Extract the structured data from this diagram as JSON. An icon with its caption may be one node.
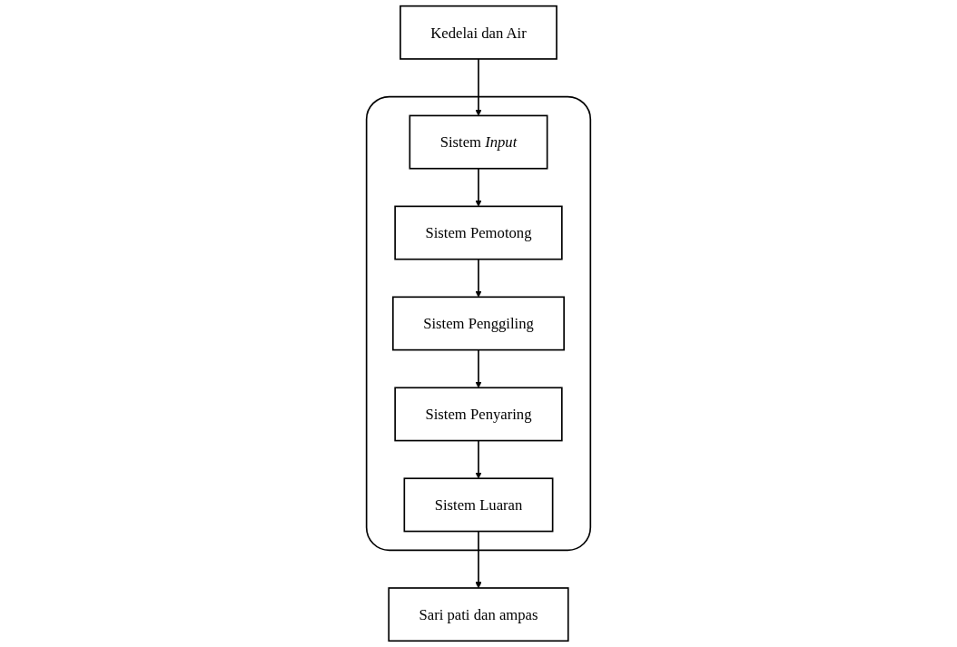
{
  "diagram": {
    "nodes": [
      {
        "text": [
          "Kedelai dan Air"
        ]
      },
      {
        "text": [],
        "shape": "box"
      },
      {
        "text": [
          "Sistem *Input*"
        ],
        "in": 1
      },
      {
        "text": [
          "Sistem Pemotong"
        ],
        "in": 1
      },
      {
        "text": [
          "Sistem Penggiling"
        ],
        "in": 1
      },
      {
        "text": [
          "Sistem Penyaring"
        ],
        "in": 1
      },
      {
        "text": [
          "Sistem Luaran"
        ],
        "in": 1
      },
      {
        "text": [
          "Sari pati dan ampas"
        ]
      }
    ],
    "edges": [
      {
        "from": 0,
        "to": 2,
        "arrow": "to"
      },
      {
        "from": 2,
        "to": 3,
        "arrow": "to"
      },
      {
        "from": 3,
        "to": 4,
        "arrow": "to"
      },
      {
        "from": 4,
        "to": 5,
        "arrow": "to"
      },
      {
        "from": 5,
        "to": 6,
        "arrow": "to"
      },
      {
        "from": 6,
        "to": 7,
        "arrow": "to"
      }
    ]
  }
}
